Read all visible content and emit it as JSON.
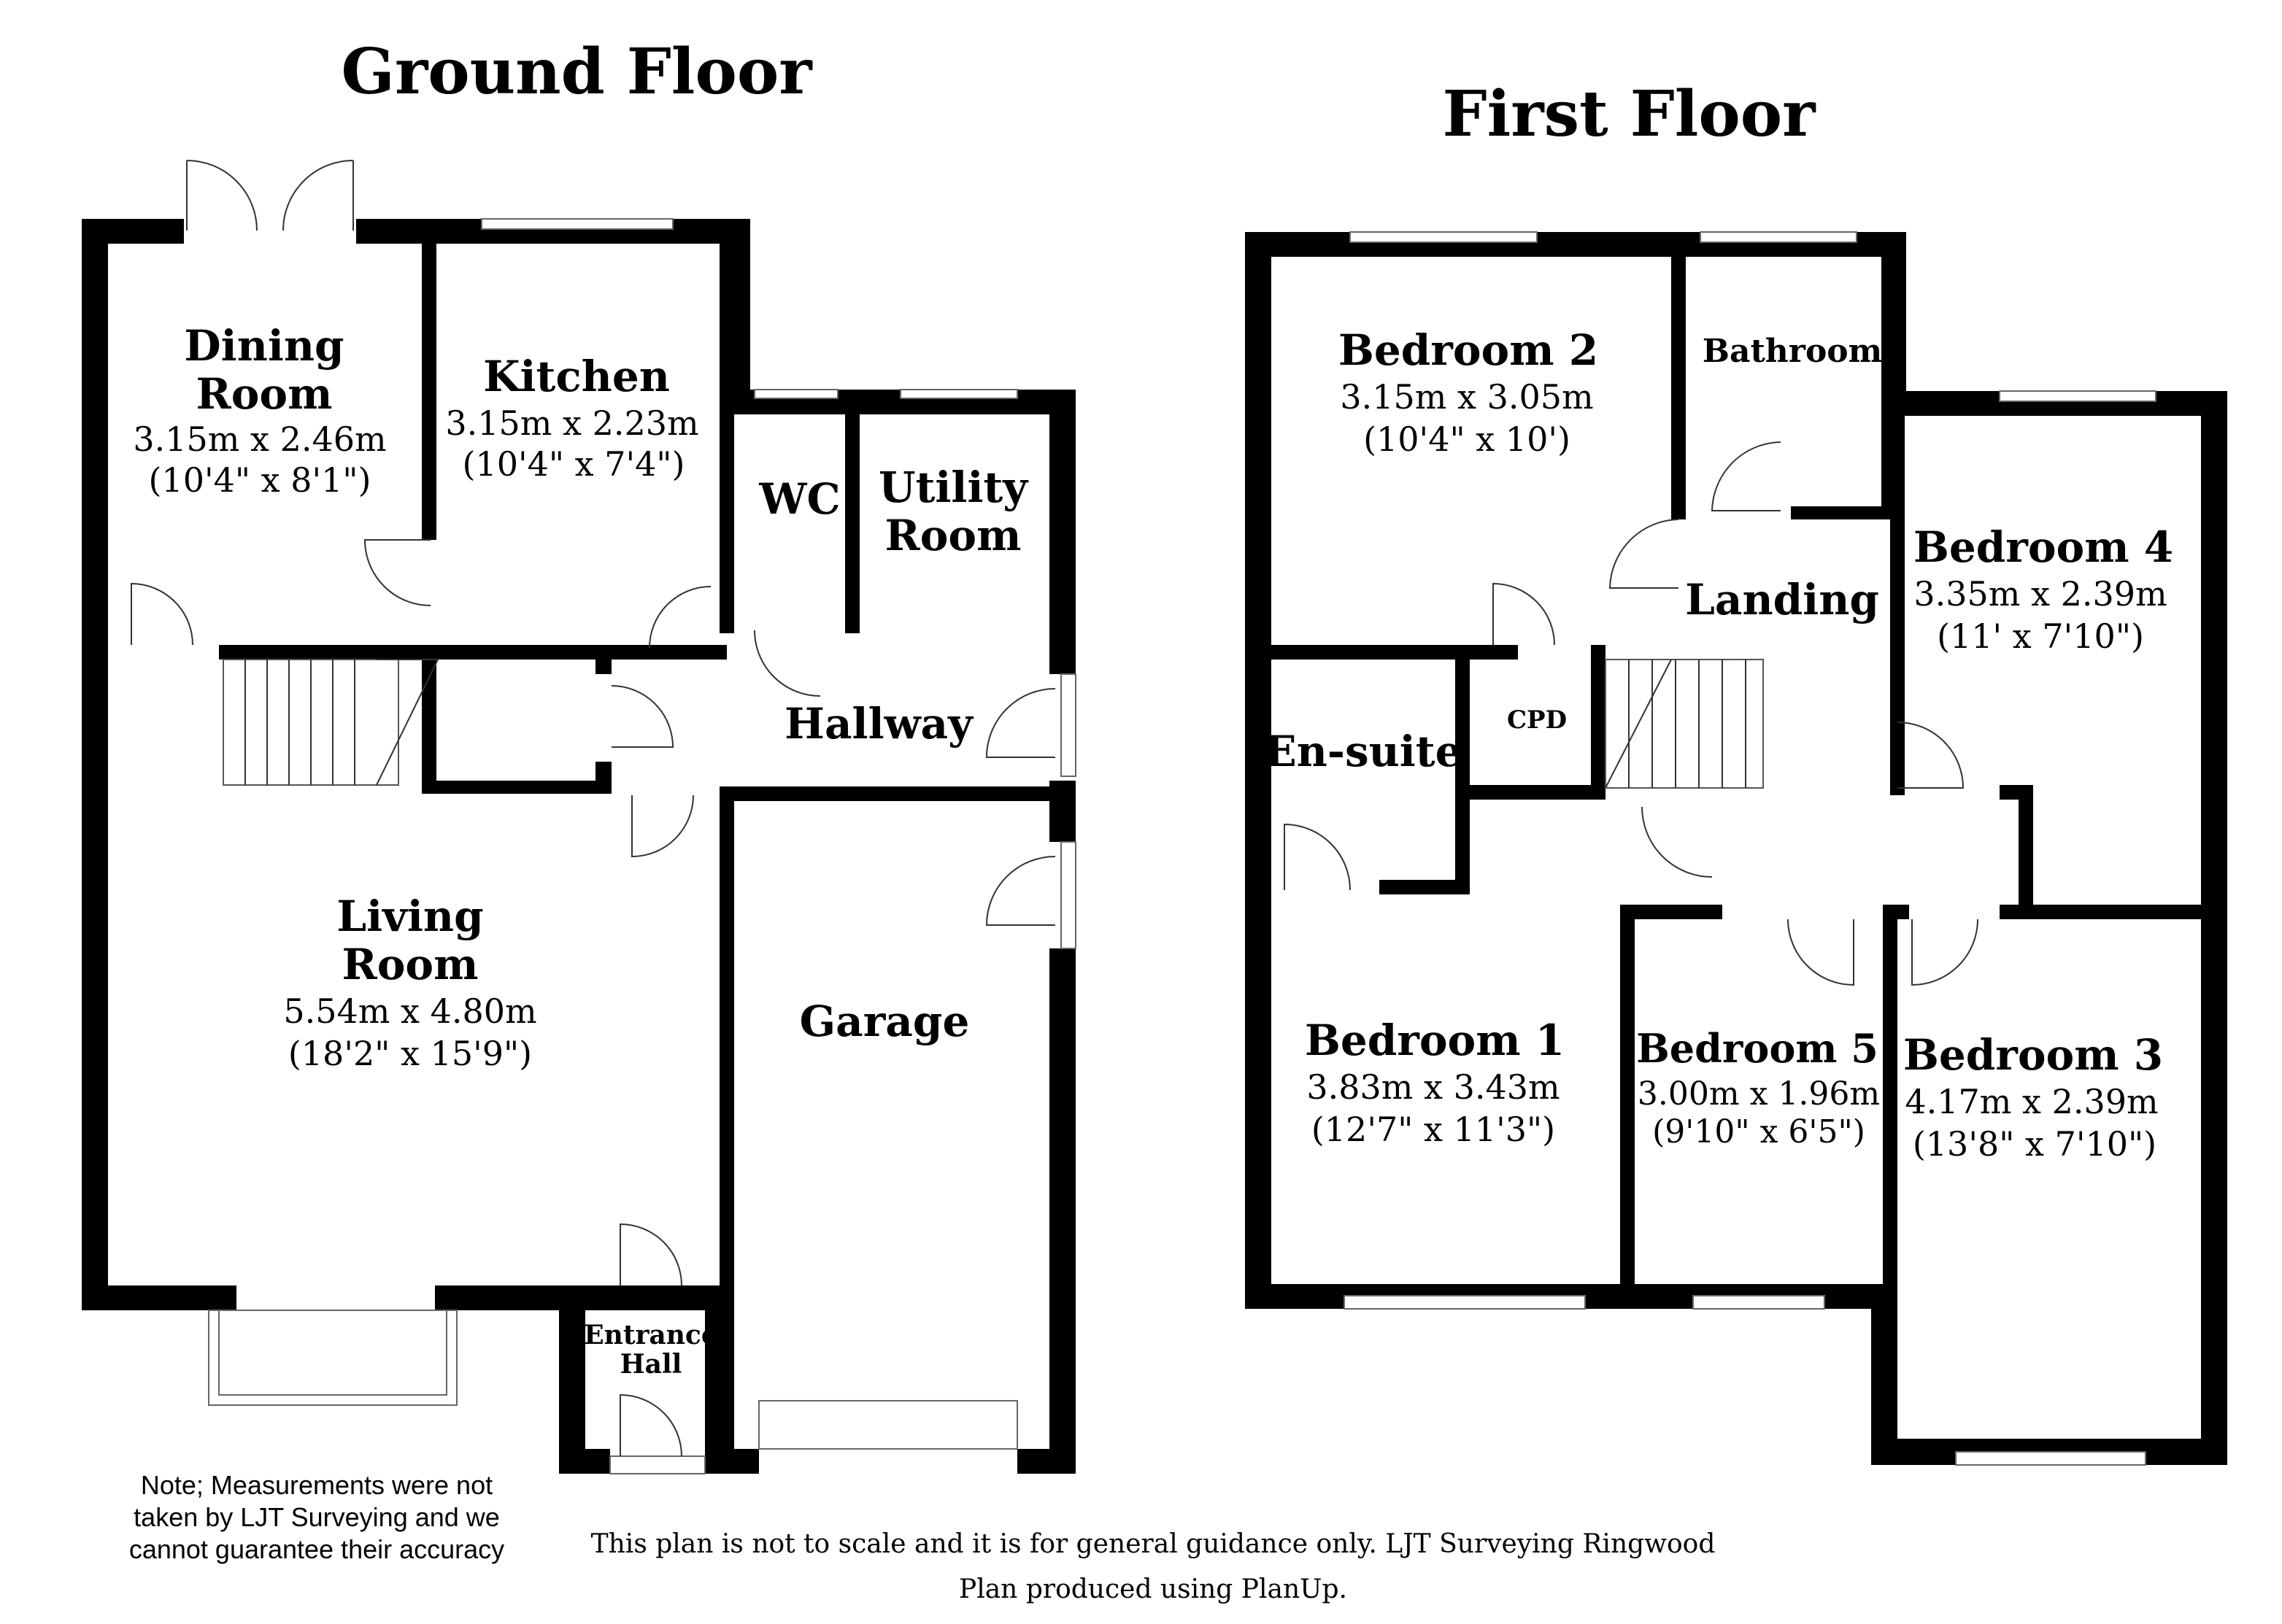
{
  "ground_floor": {
    "title": "Ground Floor",
    "rooms": {
      "dining": {
        "name_line1": "Dining",
        "name_line2": "Room",
        "metric": "3.15m x 2.46m",
        "imperial": "(10'4\" x 8'1\")"
      },
      "kitchen": {
        "name": "Kitchen",
        "metric": "3.15m x 2.23m",
        "imperial": "(10'4\" x 7'4\")"
      },
      "wc": {
        "name": "WC"
      },
      "utility": {
        "name_line1": "Utility",
        "name_line2": "Room"
      },
      "hallway": {
        "name": "Hallway"
      },
      "living": {
        "name_line1": "Living",
        "name_line2": "Room",
        "metric": "5.54m x 4.80m",
        "imperial": "(18'2\" x 15'9\")"
      },
      "garage": {
        "name": "Garage"
      },
      "entrance": {
        "name_line1": "Entrance",
        "name_line2": "Hall"
      }
    }
  },
  "first_floor": {
    "title": "First Floor",
    "rooms": {
      "bedroom2": {
        "name": "Bedroom 2",
        "metric": "3.15m x 3.05m",
        "imperial": "(10'4\" x 10')"
      },
      "bathroom": {
        "name": "Bathroom"
      },
      "bedroom4": {
        "name": "Bedroom 4",
        "metric": "3.35m x 2.39m",
        "imperial": "(11' x 7'10\")"
      },
      "landing": {
        "name": "Landing"
      },
      "cpd": {
        "name": "CPD"
      },
      "ensuite": {
        "name": "En-suite"
      },
      "bedroom1": {
        "name": "Bedroom 1",
        "metric": "3.83m x 3.43m",
        "imperial": "(12'7\" x 11'3\")"
      },
      "bedroom5": {
        "name": "Bedroom 5",
        "metric": "3.00m x 1.96m",
        "imperial": "(9'10\" x 6'5\")"
      },
      "bedroom3": {
        "name": "Bedroom 3",
        "metric": "4.17m x 2.39m",
        "imperial": "(13'8\" x 7'10\")"
      }
    }
  },
  "note": {
    "line1": "Note; Measurements were not",
    "line2": "taken by LJT Surveying and we",
    "line3": "cannot guarantee their accuracy"
  },
  "disclaimer": {
    "line1": "This plan is not to scale and it is for general guidance only. LJT Surveying Ringwood",
    "line2": "Plan produced using PlanUp."
  }
}
